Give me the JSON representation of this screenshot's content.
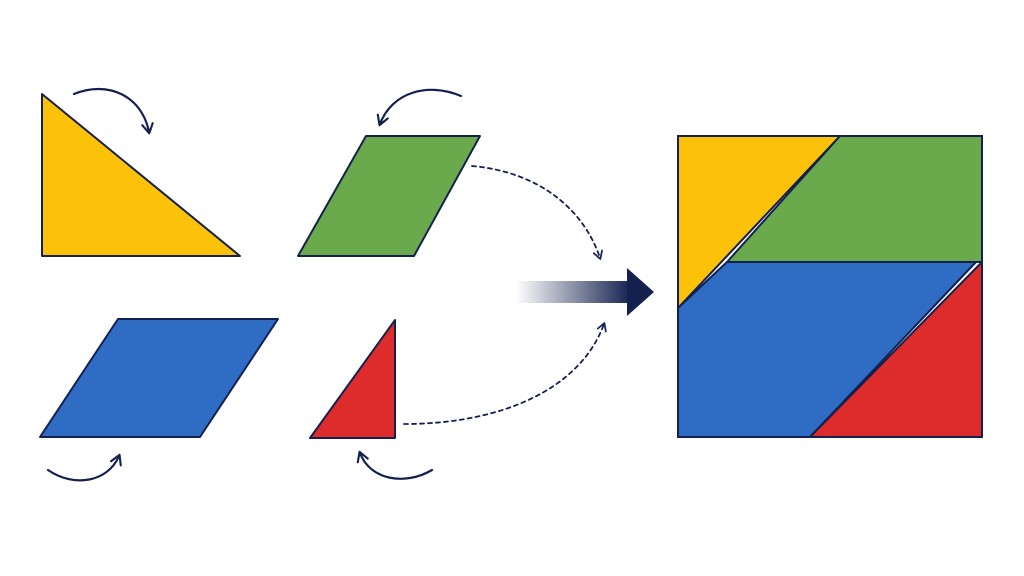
{
  "colors": {
    "outline": "#14214f",
    "yellow": "#fcc20a",
    "green": "#6aaa4c",
    "blue": "#2f6cc4",
    "red": "#de2b2b",
    "background": "#ffffff"
  },
  "pieces": [
    {
      "name": "yellow-triangle",
      "shape": "right-triangle",
      "color": "yellow"
    },
    {
      "name": "green-parallelogram",
      "shape": "parallelogram",
      "color": "green"
    },
    {
      "name": "blue-parallelogram",
      "shape": "parallelogram",
      "color": "blue"
    },
    {
      "name": "red-triangle",
      "shape": "right-triangle",
      "color": "red"
    }
  ],
  "result": {
    "shape": "rectangle",
    "composed_of": [
      "yellow-triangle",
      "green-parallelogram",
      "blue-parallelogram",
      "red-triangle"
    ]
  },
  "icons": [
    "curved-arrow-icon",
    "dashed-curve-arrow-icon",
    "gradient-arrow-icon"
  ]
}
